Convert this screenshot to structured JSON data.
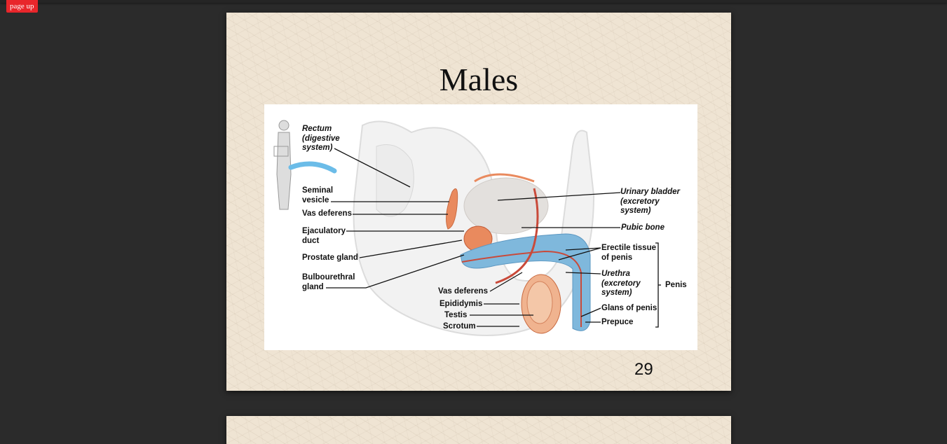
{
  "nav": {
    "page_up_label": "page up"
  },
  "slide": {
    "title": "Males",
    "page_number": "29",
    "figure": {
      "labels": {
        "rectum": "Rectum\n(digestive\nsystem)",
        "seminal_vesicle": "Seminal\nvesicle",
        "vas_deferens_left": "Vas deferens",
        "ejaculatory_duct": "Ejaculatory\nduct",
        "prostate_gland": "Prostate gland",
        "bulbourethral_gland": "Bulbourethral\ngland",
        "vas_deferens_bottom": "Vas deferens",
        "epididymis": "Epididymis",
        "testis": "Testis",
        "scrotum": "Scrotum",
        "urinary_bladder": "Urinary bladder\n(excretory\nsystem)",
        "pubic_bone": "Pubic bone",
        "erectile_tissue": "Erectile tissue\nof penis",
        "urethra": "Urethra\n(excretory\nsystem)",
        "glans_of_penis": "Glans of penis",
        "prepuce": "Prepuce",
        "penis": "Penis"
      },
      "colors": {
        "reproductive": "#e98a5e",
        "erectile": "#7fb8dc",
        "duct": "#c94a3a"
      }
    }
  }
}
